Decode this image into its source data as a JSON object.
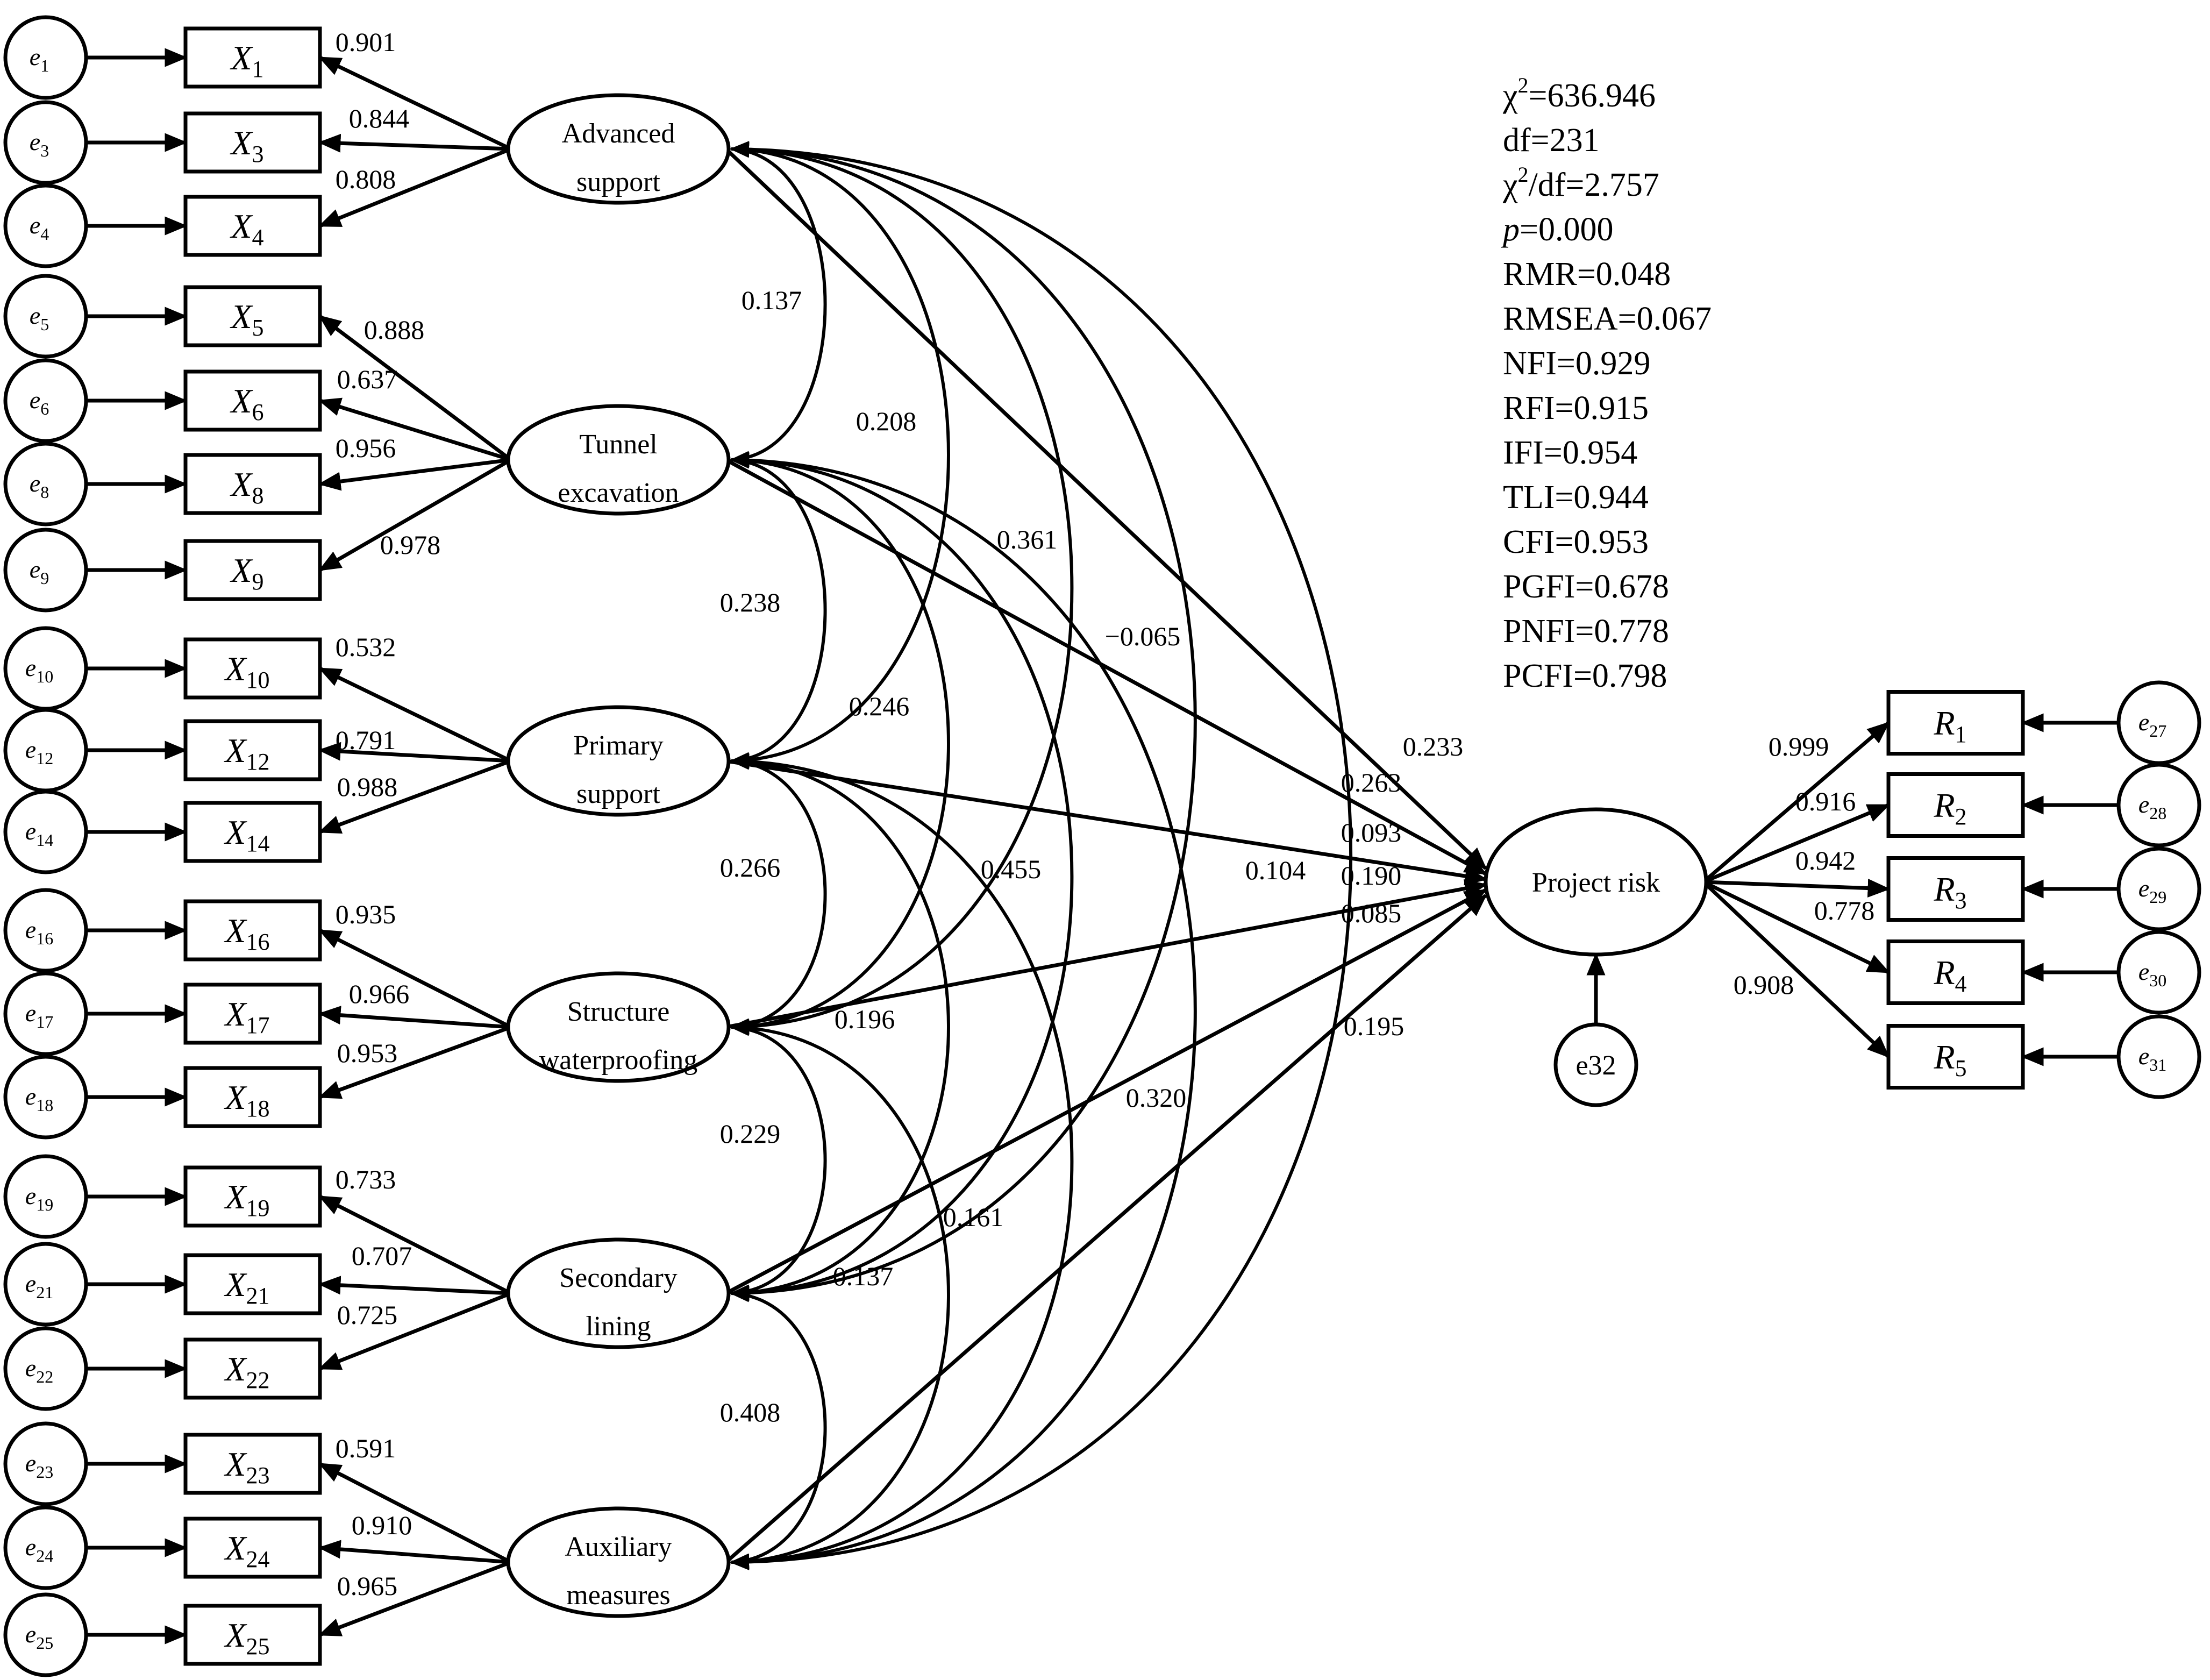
{
  "colors": {
    "ink": "#000000",
    "background": "#ffffff"
  },
  "latent_factors": [
    {
      "id": "advanced_support",
      "line1": "Advanced",
      "line2": "support"
    },
    {
      "id": "tunnel_excavation",
      "line1": "Tunnel",
      "line2": "excavation"
    },
    {
      "id": "primary_support",
      "line1": "Primary",
      "line2": "support"
    },
    {
      "id": "structure_waterproofing",
      "line1": "Structure",
      "line2": "waterproofing"
    },
    {
      "id": "secondary_lining",
      "line1": "Secondary",
      "line2": "lining"
    },
    {
      "id": "auxiliary_measures",
      "line1": "Auxiliary",
      "line2": "measures"
    }
  ],
  "indicators": [
    {
      "name": "X",
      "sub": "1",
      "error_sub": "1",
      "loading": "0.901",
      "factor": 0
    },
    {
      "name": "X",
      "sub": "3",
      "error_sub": "3",
      "loading": "0.844",
      "factor": 0
    },
    {
      "name": "X",
      "sub": "4",
      "error_sub": "4",
      "loading": "0.808",
      "factor": 0
    },
    {
      "name": "X",
      "sub": "5",
      "error_sub": "5",
      "loading": "0.888",
      "factor": 1
    },
    {
      "name": "X",
      "sub": "6",
      "error_sub": "6",
      "loading": "0.637",
      "factor": 1
    },
    {
      "name": "X",
      "sub": "8",
      "error_sub": "8",
      "loading": "0.956",
      "factor": 1
    },
    {
      "name": "X",
      "sub": "9",
      "error_sub": "9",
      "loading": "0.978",
      "factor": 1
    },
    {
      "name": "X",
      "sub": "10",
      "error_sub": "10",
      "loading": "0.532",
      "factor": 2
    },
    {
      "name": "X",
      "sub": "12",
      "error_sub": "12",
      "loading": "0.791",
      "factor": 2
    },
    {
      "name": "X",
      "sub": "14",
      "error_sub": "14",
      "loading": "0.988",
      "factor": 2
    },
    {
      "name": "X",
      "sub": "16",
      "error_sub": "16",
      "loading": "0.935",
      "factor": 3
    },
    {
      "name": "X",
      "sub": "17",
      "error_sub": "17",
      "loading": "0.966",
      "factor": 3
    },
    {
      "name": "X",
      "sub": "18",
      "error_sub": "18",
      "loading": "0.953",
      "factor": 3
    },
    {
      "name": "X",
      "sub": "19",
      "error_sub": "19",
      "loading": "0.733",
      "factor": 4
    },
    {
      "name": "X",
      "sub": "21",
      "error_sub": "21",
      "loading": "0.707",
      "factor": 4
    },
    {
      "name": "X",
      "sub": "22",
      "error_sub": "22",
      "loading": "0.725",
      "factor": 4
    },
    {
      "name": "X",
      "sub": "23",
      "error_sub": "23",
      "loading": "0.591",
      "factor": 5
    },
    {
      "name": "X",
      "sub": "24",
      "error_sub": "24",
      "loading": "0.910",
      "factor": 5
    },
    {
      "name": "X",
      "sub": "25",
      "error_sub": "25",
      "loading": "0.965",
      "factor": 5
    }
  ],
  "outcome": {
    "label": "Project risk",
    "error_label": "e32",
    "indicators": [
      {
        "name": "R",
        "sub": "1",
        "error_sub": "27",
        "loading": "0.999"
      },
      {
        "name": "R",
        "sub": "2",
        "error_sub": "28",
        "loading": "0.916"
      },
      {
        "name": "R",
        "sub": "3",
        "error_sub": "29",
        "loading": "0.942"
      },
      {
        "name": "R",
        "sub": "4",
        "error_sub": "30",
        "loading": "0.778"
      },
      {
        "name": "R",
        "sub": "5",
        "error_sub": "31",
        "loading": "0.908"
      }
    ]
  },
  "paths_to_outcome": [
    {
      "from": 0,
      "value": "0.233"
    },
    {
      "from": 1,
      "value": "0.263"
    },
    {
      "from": 2,
      "value": "0.093"
    },
    {
      "from": 3,
      "value": "0.190"
    },
    {
      "from": 4,
      "value": "0.085"
    },
    {
      "from": 5,
      "value": "0.195"
    }
  ],
  "correlations": [
    {
      "from": 0,
      "to": 1,
      "value": "0.137"
    },
    {
      "from": 0,
      "to": 2,
      "value": "0.208"
    },
    {
      "from": 0,
      "to": 3,
      "value": "0.361"
    },
    {
      "from": 0,
      "to": 4,
      "value": "−0.065"
    },
    {
      "from": 0,
      "to": 5,
      "value": ""
    },
    {
      "from": 1,
      "to": 2,
      "value": "0.238"
    },
    {
      "from": 1,
      "to": 3,
      "value": "0.246"
    },
    {
      "from": 1,
      "to": 4,
      "value": "0.455"
    },
    {
      "from": 1,
      "to": 5,
      "value": "0.104"
    },
    {
      "from": 2,
      "to": 3,
      "value": "0.266"
    },
    {
      "from": 2,
      "to": 4,
      "value": "0.196"
    },
    {
      "from": 2,
      "to": 5,
      "value": "0.320"
    },
    {
      "from": 3,
      "to": 4,
      "value": "0.229"
    },
    {
      "from": 3,
      "to": 5,
      "value": "0.161"
    },
    {
      "from": 4,
      "to": 5,
      "value": "0.408"
    }
  ],
  "stray_label": "0.137",
  "fit_indices": {
    "chi2_symbol": "χ",
    "chi2_sup": "2",
    "chi2_value": "=636.946",
    "df": "df=231",
    "chi2df_tail": "/df=2.757",
    "p_symbol": "p",
    "p_value": "=0.000",
    "lines": [
      "RMR=0.048",
      "RMSEA=0.067",
      "NFI=0.929",
      "RFI=0.915",
      "IFI=0.954",
      "TLI=0.944",
      "CFI=0.953",
      "PGFI=0.678",
      "PNFI=0.778",
      "PCFI=0.798"
    ]
  }
}
